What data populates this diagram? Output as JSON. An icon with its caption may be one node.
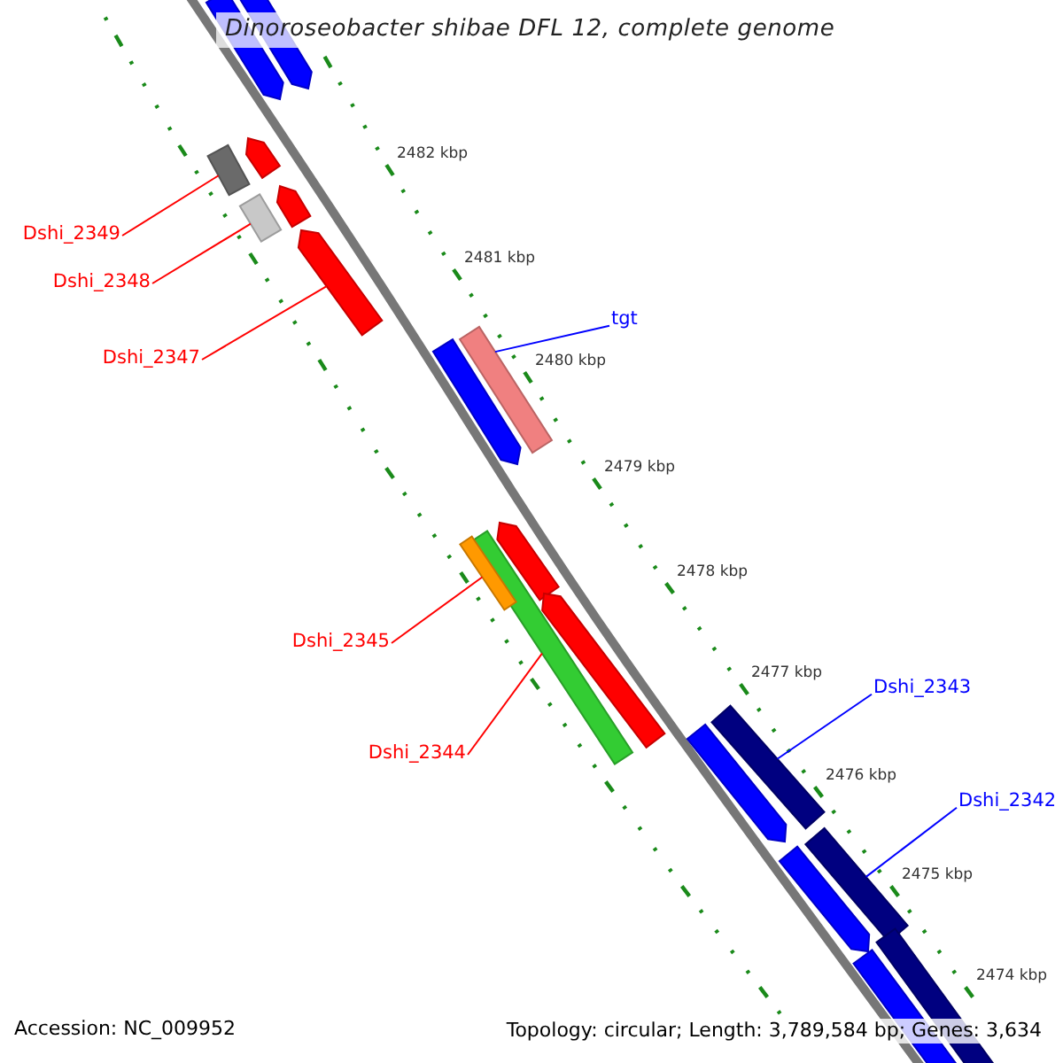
{
  "diagram": {
    "title": "Dinoroseobacter shibae DFL 12, complete genome",
    "nodes": [
      {
        "text": [
          "Dshi_2349"
        ]
      },
      {
        "text": [
          "Dshi_2348"
        ]
      },
      {
        "text": [
          "tgt"
        ]
      },
      {
        "text": [
          "Dshi_2347"
        ]
      },
      {
        "text": [
          "Dshi_2345"
        ]
      },
      {
        "text": [
          "Dshi_2343"
        ]
      },
      {
        "text": [
          "Dshi_2344"
        ]
      },
      {
        "text": [
          "Dshi_2342"
        ]
      },
      {
        "text": [],
        "shape": "bar"
      },
      {
        "text": [],
        "shape": "bar"
      },
      {
        "text": [],
        "shape": "bar"
      },
      {
        "text": [],
        "shape": "arrow"
      },
      {
        "text": [],
        "shape": "bar"
      },
      {
        "text": [],
        "shape": "bar"
      },
      {
        "text": [],
        "shape": "bar"
      },
      {
        "text": [],
        "shape": "bar"
      },
      {
        "text": [],
        "shape": "arrow"
      },
      {
        "text": [],
        "shape": "arrow"
      },
      {
        "text": [],
        "shape": "arrow"
      },
      {
        "text": [],
        "shape": "arrow"
      },
      {
        "text": [],
        "shape": "arrow"
      },
      {
        "text": [],
        "shape": "arrow"
      },
      {
        "text": [],
        "shape": "arrow"
      },
      {
        "text": [],
        "shape": "arrow"
      },
      {
        "text": [],
        "shape": "arrow"
      },
      {
        "text": [],
        "shape": "bar"
      },
      {
        "text": [],
        "shape": "bar"
      }
    ],
    "edges": [
      {
        "from": 0,
        "to": 8,
        "arrow": "none"
      },
      {
        "from": 1,
        "to": 9,
        "arrow": "none"
      },
      {
        "from": 2,
        "to": 10,
        "arrow": "none",
        "color": "#0000ff"
      },
      {
        "from": 3,
        "to": 11,
        "arrow": "none"
      },
      {
        "from": 4,
        "to": 12,
        "arrow": "none"
      },
      {
        "from": 5,
        "to": 13,
        "arrow": "none",
        "color": "#0000ff"
      },
      {
        "from": 6,
        "to": 14,
        "arrow": "none"
      },
      {
        "from": 7,
        "to": 15,
        "arrow": "none",
        "color": "#0000ff"
      }
    ],
    "labels": [
      "2482 kbp",
      "2481 kbp",
      "2480 kbp",
      "2479 kbp",
      "2478 kbp",
      "2477 kbp",
      "2476 kbp",
      "2475 kbp",
      "2474 kbp",
      "Accession: NC_009952",
      "Topology: circular; Length: 3,789,584 bp; Genes: 3,634"
    ]
  }
}
